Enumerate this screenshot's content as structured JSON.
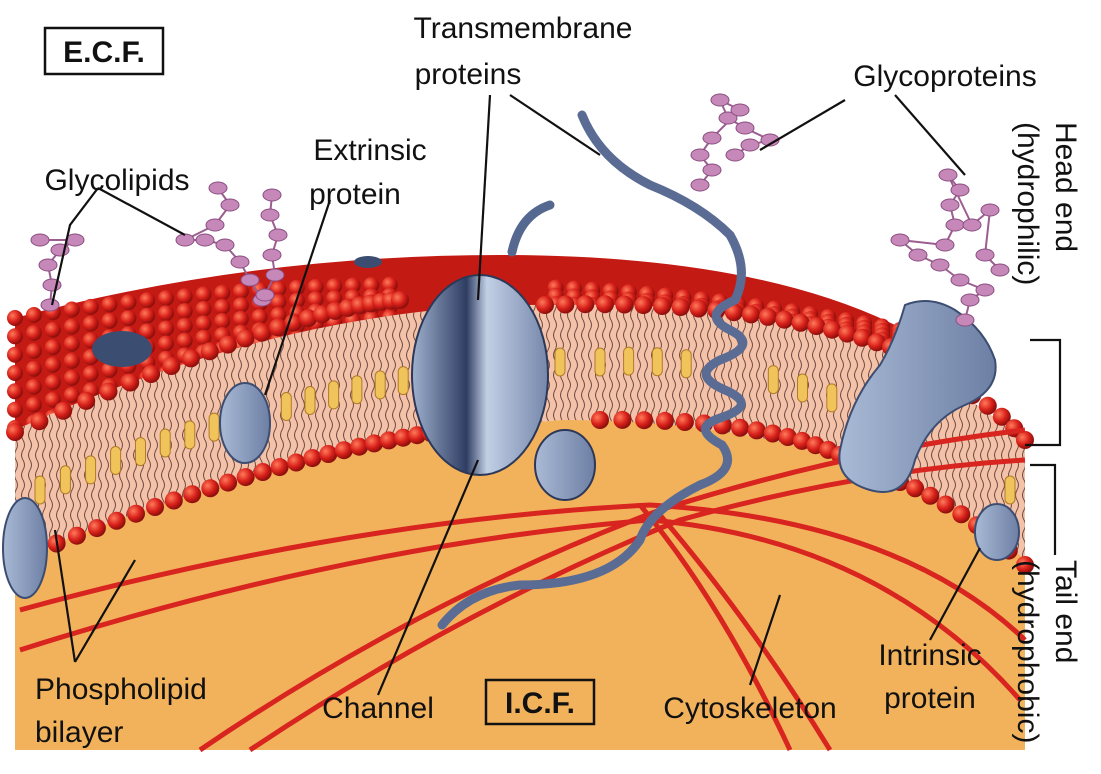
{
  "labels": {
    "ecf": "E.C.F.",
    "icf": "I.C.F.",
    "transmembrane": [
      "Transmembrane",
      "proteins"
    ],
    "glycoproteins": "Glycoproteins",
    "glycolipids": "Glycolipids",
    "extrinsic": [
      "Extrinsic",
      "protein"
    ],
    "head_end": [
      "Head end",
      "(hydrophilic)"
    ],
    "tail_end": [
      "Tail end",
      "(hydrophobic)"
    ],
    "phospholipid": [
      "Phospholipid",
      "bilayer"
    ],
    "channel": "Channel",
    "cytoskeleton": "Cytoskeleton",
    "intrinsic": [
      "Intrinsic",
      "protein"
    ]
  },
  "colors": {
    "intracellular_fluid": "#f2b25c",
    "phospholipid_head": "#d8201a",
    "bilayer_core": "#f4c2a8",
    "cholesterol": "#f0c45a",
    "protein": "#8fa3c2",
    "protein_dark": "#3c4d72",
    "glycan": "#c687b9",
    "cytoskeleton": "#d8251f"
  }
}
